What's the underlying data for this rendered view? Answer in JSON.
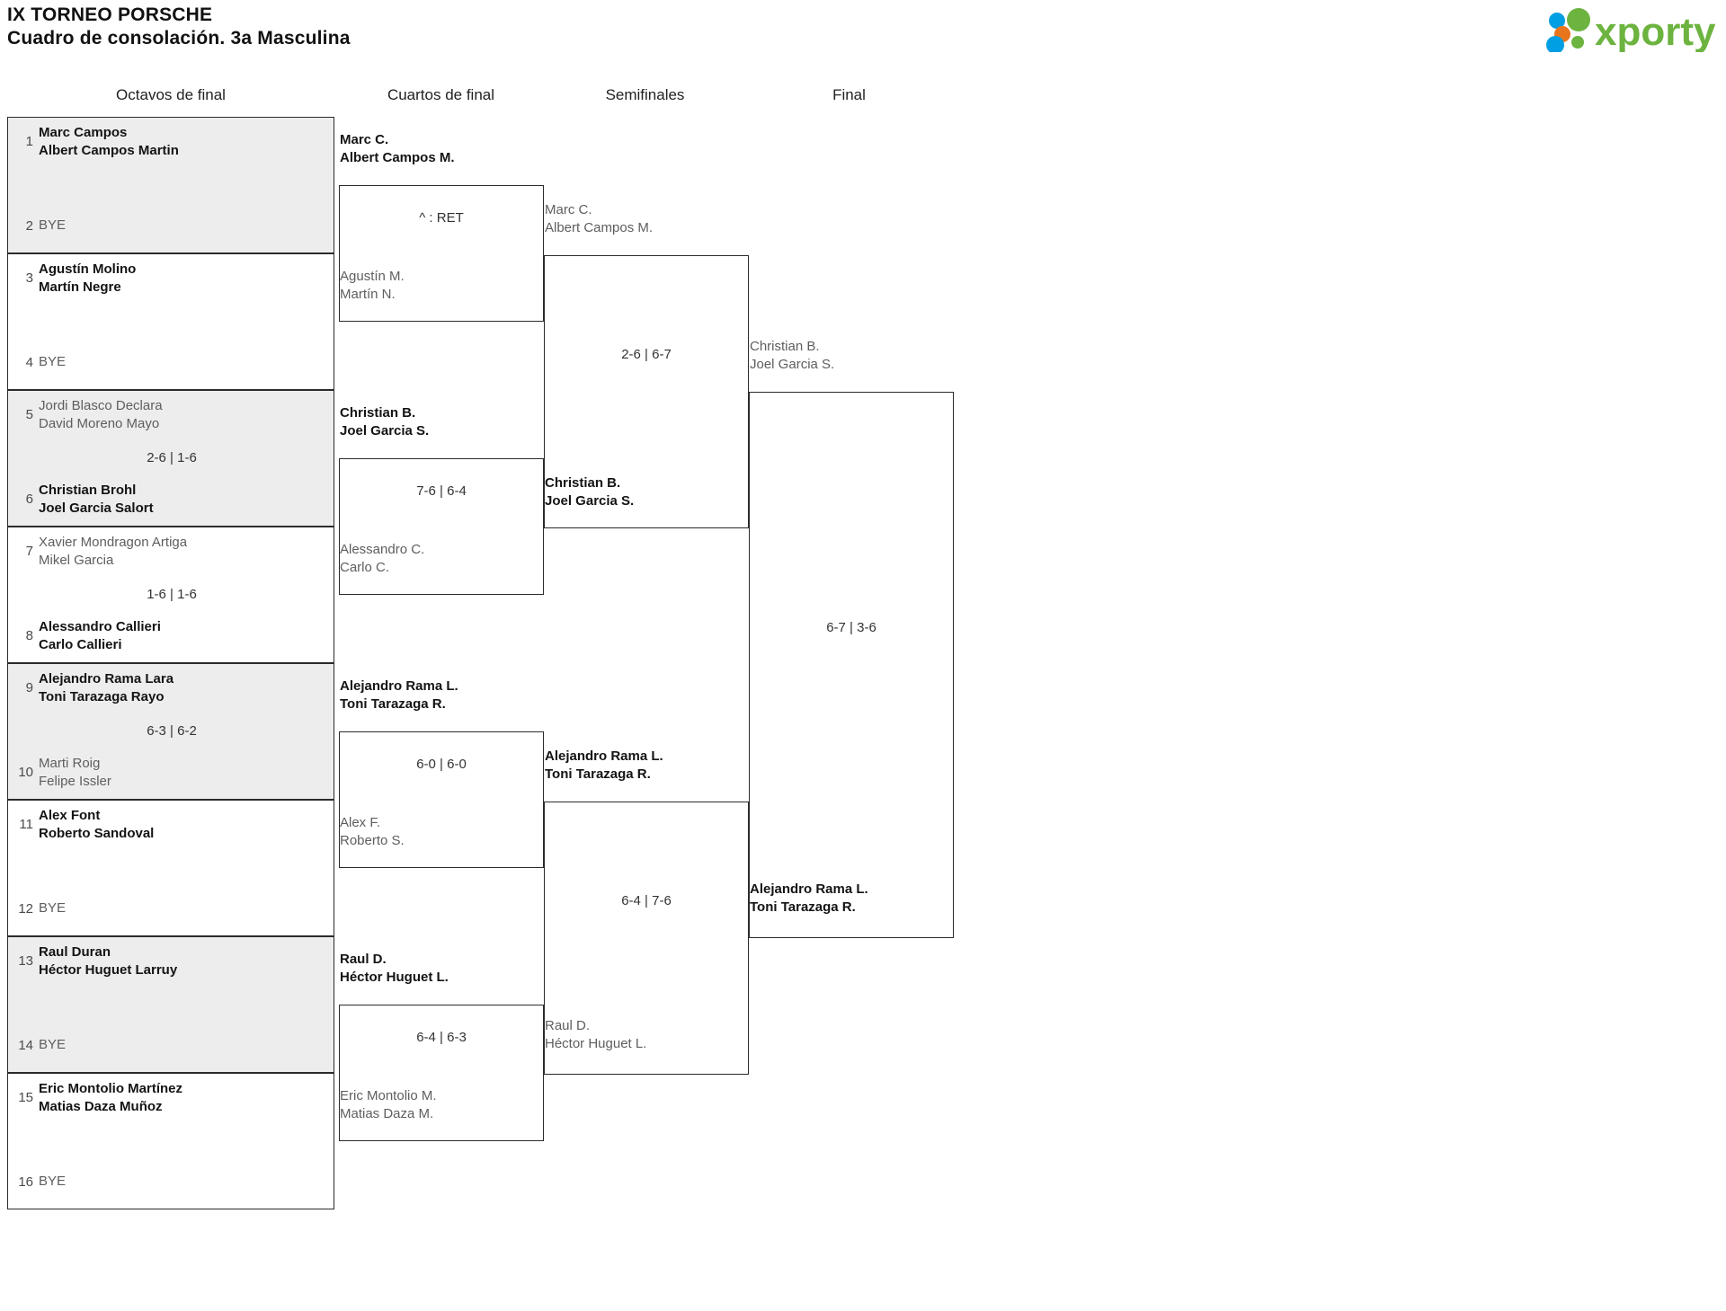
{
  "header": {
    "title_line1": "IX TORNEO PORSCHE",
    "title_line2": "Cuadro de consolación. 3a Masculina",
    "logo_text": "xporty",
    "logo_colors": {
      "green": "#6cb33f",
      "orange": "#e8741c",
      "blue": "#009fe3"
    }
  },
  "rounds": [
    {
      "id": "r16",
      "label": "Octavos de final"
    },
    {
      "id": "qf",
      "label": "Cuartos de final"
    },
    {
      "id": "sf",
      "label": "Semifinales"
    },
    {
      "id": "f",
      "label": "Final"
    }
  ],
  "round1": {
    "matches": [
      {
        "score": "",
        "top": {
          "seed": "1",
          "line1": "Marc Campos",
          "line2": "Albert Campos Martin",
          "result": "win",
          "bye": false
        },
        "bottom": {
          "seed": "2",
          "line1": "BYE",
          "line2": "",
          "result": "bye",
          "bye": true
        }
      },
      {
        "score": "",
        "top": {
          "seed": "3",
          "line1": "Agustín Molino",
          "line2": "Martín Negre",
          "result": "win",
          "bye": false
        },
        "bottom": {
          "seed": "4",
          "line1": "BYE",
          "line2": "",
          "result": "bye",
          "bye": true
        }
      },
      {
        "score": "2-6 | 1-6",
        "top": {
          "seed": "5",
          "line1": "Jordi Blasco Declara",
          "line2": "David Moreno Mayo",
          "result": "lose",
          "bye": false
        },
        "bottom": {
          "seed": "6",
          "line1": "Christian Brohl",
          "line2": "Joel Garcia Salort",
          "result": "win",
          "bye": false
        }
      },
      {
        "score": "1-6 | 1-6",
        "top": {
          "seed": "7",
          "line1": "Xavier Mondragon Artiga",
          "line2": "Mikel Garcia",
          "result": "lose",
          "bye": false
        },
        "bottom": {
          "seed": "8",
          "line1": "Alessandro Callieri",
          "line2": "Carlo Callieri",
          "result": "win",
          "bye": false
        }
      },
      {
        "score": "6-3 | 6-2",
        "top": {
          "seed": "9",
          "line1": "Alejandro Rama Lara",
          "line2": "Toni Tarazaga Rayo",
          "result": "win",
          "bye": false
        },
        "bottom": {
          "seed": "10",
          "line1": "Marti Roig",
          "line2": "Felipe Issler",
          "result": "lose",
          "bye": false
        }
      },
      {
        "score": "",
        "top": {
          "seed": "11",
          "line1": "Alex Font",
          "line2": "Roberto Sandoval",
          "result": "win",
          "bye": false
        },
        "bottom": {
          "seed": "12",
          "line1": "BYE",
          "line2": "",
          "result": "bye",
          "bye": true
        }
      },
      {
        "score": "",
        "top": {
          "seed": "13",
          "line1": "Raul Duran",
          "line2": "Héctor Huguet Larruy",
          "result": "win",
          "bye": false
        },
        "bottom": {
          "seed": "14",
          "line1": "BYE",
          "line2": "",
          "result": "bye",
          "bye": true
        }
      },
      {
        "score": "",
        "top": {
          "seed": "15",
          "line1": "Eric Montolio Martínez",
          "line2": "Matias Daza Muñoz",
          "result": "win",
          "bye": false
        },
        "bottom": {
          "seed": "16",
          "line1": "BYE",
          "line2": "",
          "result": "bye",
          "bye": true
        }
      }
    ]
  },
  "quarterfinals": {
    "matches": [
      {
        "score": "^ : RET",
        "top": {
          "line1": "Marc C.",
          "line2": "Albert Campos M.",
          "result": "win"
        },
        "bottom": {
          "line1": "Agustín M.",
          "line2": "Martín N.",
          "result": "lose"
        }
      },
      {
        "score": "7-6 | 6-4",
        "top": {
          "line1": "Christian B.",
          "line2": "Joel Garcia S.",
          "result": "win"
        },
        "bottom": {
          "line1": "Alessandro C.",
          "line2": "Carlo C.",
          "result": "lose"
        }
      },
      {
        "score": "6-0 | 6-0",
        "top": {
          "line1": "Alejandro Rama L.",
          "line2": "Toni Tarazaga R.",
          "result": "win"
        },
        "bottom": {
          "line1": "Alex F.",
          "line2": "Roberto S.",
          "result": "lose"
        }
      },
      {
        "score": "6-4 | 6-3",
        "top": {
          "line1": "Raul D.",
          "line2": "Héctor Huguet L.",
          "result": "win"
        },
        "bottom": {
          "line1": "Eric Montolio M.",
          "line2": "Matias Daza M.",
          "result": "lose"
        }
      }
    ]
  },
  "semifinals": {
    "matches": [
      {
        "score": "2-6 | 6-7",
        "top": {
          "line1": "Marc C.",
          "line2": "Albert Campos M.",
          "result": "lose"
        },
        "bottom": {
          "line1": "Christian B.",
          "line2": "Joel Garcia S.",
          "result": "win"
        }
      },
      {
        "score": "6-4 | 7-6",
        "top": {
          "line1": "Alejandro Rama L.",
          "line2": "Toni Tarazaga R.",
          "result": "win"
        },
        "bottom": {
          "line1": "Raul D.",
          "line2": "Héctor Huguet L.",
          "result": "lose"
        }
      }
    ]
  },
  "final": {
    "matches": [
      {
        "score": "6-7 | 3-6",
        "top": {
          "line1": "Christian B.",
          "line2": "Joel Garcia S.",
          "result": "lose"
        },
        "bottom": {
          "line1": "Alejandro Rama L.",
          "line2": "Toni Tarazaga R.",
          "result": "win"
        }
      }
    ]
  }
}
